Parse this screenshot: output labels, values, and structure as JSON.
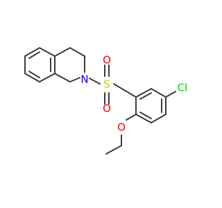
{
  "molecule": {
    "atoms": {
      "nitrogen": {
        "label": "N",
        "color": "#0000ff"
      },
      "sulfur": {
        "label": "S",
        "color": "#cccc00"
      },
      "oxygen_top": {
        "label": "O",
        "color": "#ff0000"
      },
      "oxygen_bottom": {
        "label": "O",
        "color": "#ff0000"
      },
      "chlorine": {
        "label": "Cl",
        "color": "#00cc00"
      },
      "oxygen_ether": {
        "label": "O",
        "color": "#ff0000"
      }
    },
    "colors": {
      "bond": "#3a3a3a",
      "background": "#ffffff"
    }
  }
}
